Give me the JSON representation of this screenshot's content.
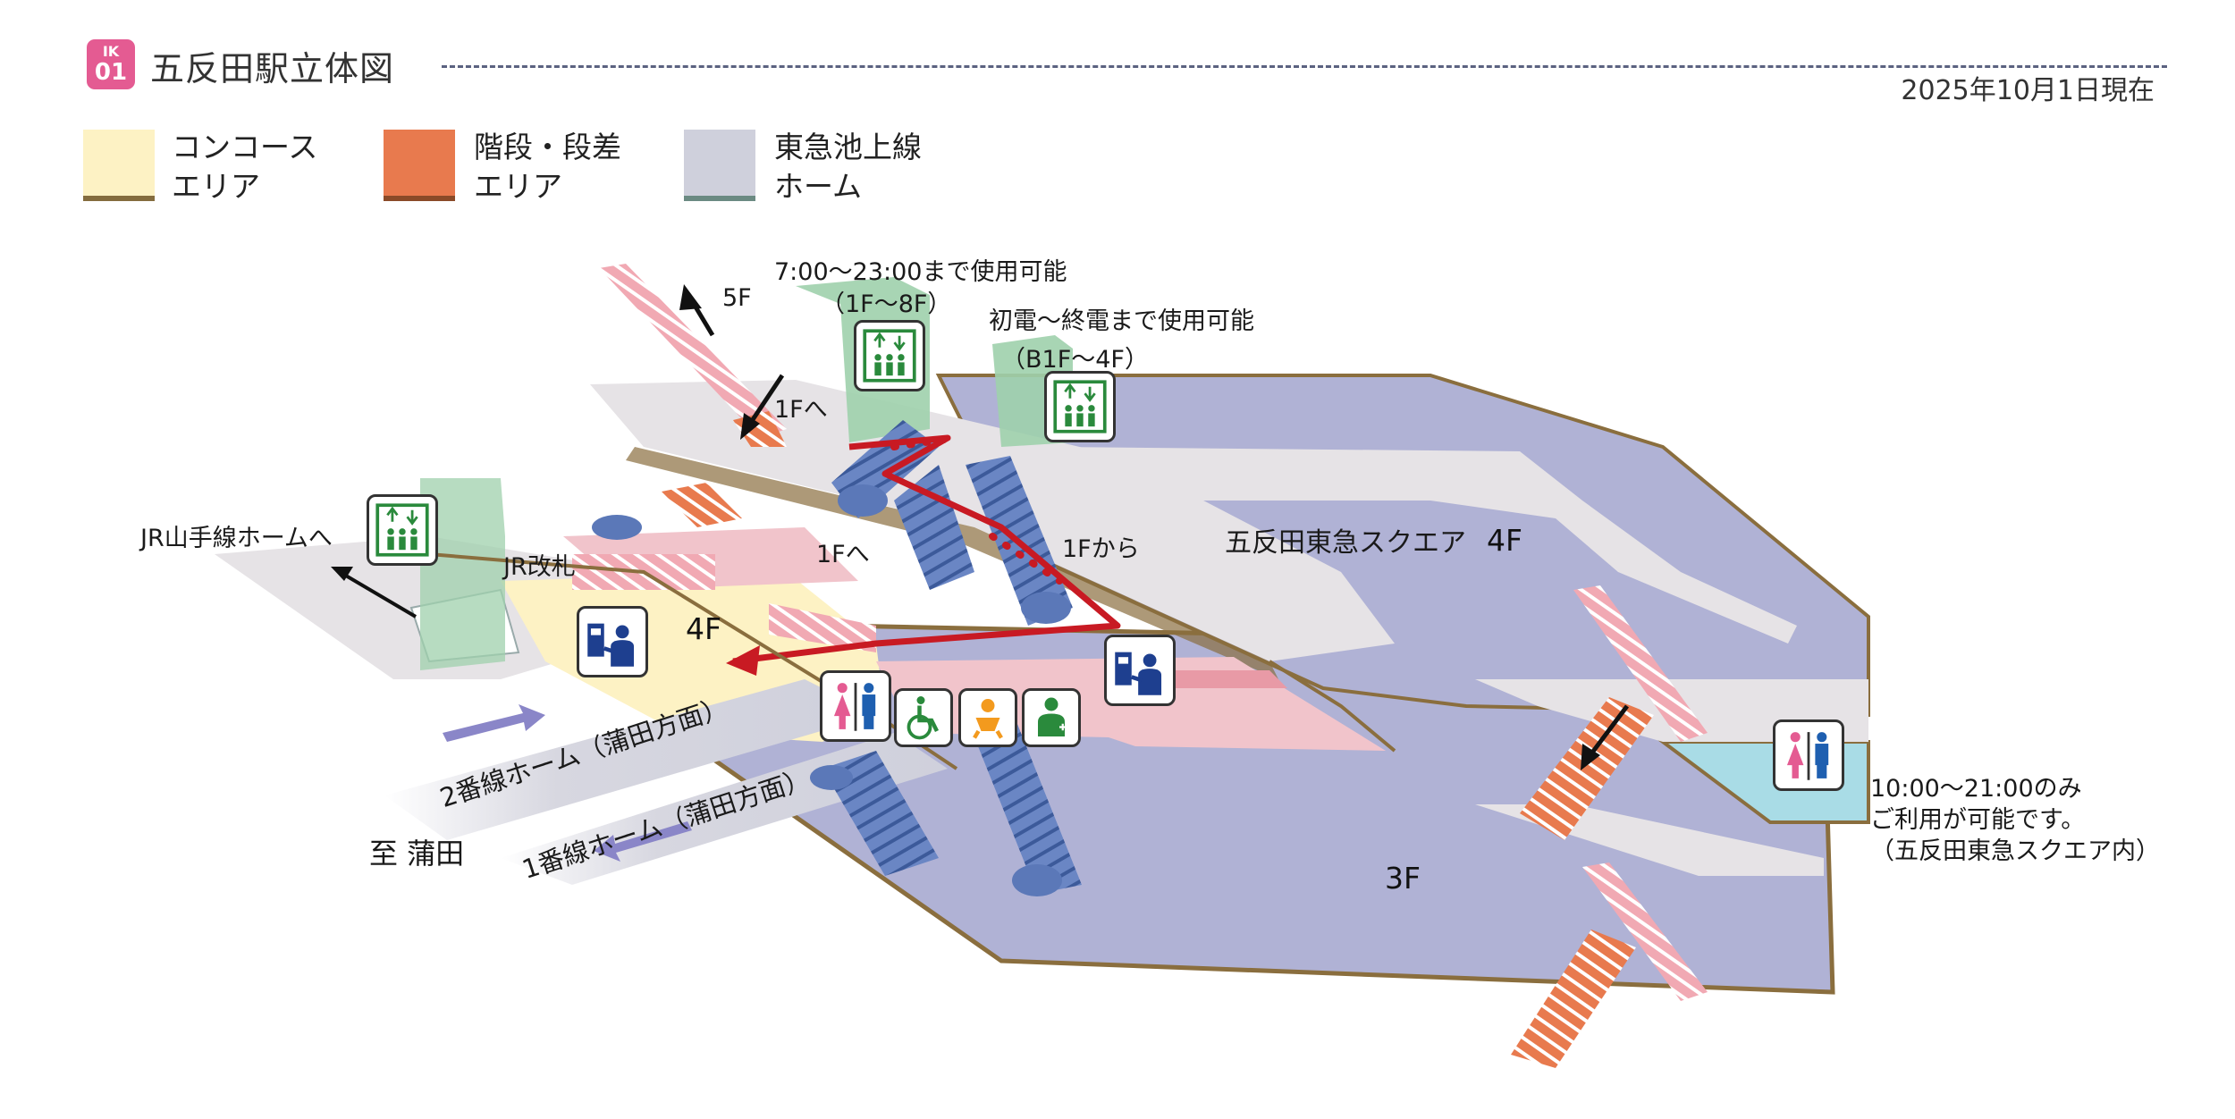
{
  "header": {
    "badge_line1": "IK",
    "badge_line2": "01",
    "title": "五反田駅立体図",
    "date": "2025年10月1日現在"
  },
  "legend": [
    {
      "label_line1": "コンコース",
      "label_line2": "エリア",
      "color": "#fdf2c4"
    },
    {
      "label_line1": "階段・段差",
      "label_line2": "エリア",
      "color": "#e87a4e"
    },
    {
      "label_line1": "東急池上線",
      "label_line2": "ホーム",
      "color": "#cfd0dc"
    }
  ],
  "labels": {
    "elevator1_hours": "7:00〜23:00まで使用可能",
    "elevator1_range": "（1F〜8F）",
    "elevator2_hours": "初電〜終電まで使用可能",
    "elevator2_range": "（B1F〜4F）",
    "to_5f": "5F",
    "to_1f_top": "1Fへ",
    "to_1f_mid": "1Fへ",
    "from_1f": "1Fから",
    "jr_yamanote": "JR山手線ホームへ",
    "jr_gate": "JR改札",
    "floor_4f_left": "4F",
    "floor_4f_right": "4F",
    "floor_3f": "3F",
    "square": "五反田東急スクエア",
    "platform2": "2番線ホーム（蒲田方面）",
    "platform1": "1番線ホーム（蒲田方面）",
    "to_kamata": "至 蒲田",
    "toilet_hours_line1": "10:00〜21:00のみ",
    "toilet_hours_line2": "ご利用が可能です。",
    "toilet_hours_line3": "（五反田東急スクエア内）"
  },
  "icons": [
    "elevator-icon",
    "ticket-machine-icon",
    "restroom-icon",
    "wheelchair-icon",
    "baby-icon",
    "ostomate-icon"
  ],
  "colors": {
    "concourse": "#fdf2c4",
    "stairs": "#e87a4e",
    "platform": "#b0b2d5",
    "gate_area": "#f1c4cb",
    "elevator": "#9fd0ac",
    "escalator": "#5b78b8",
    "route": "#c81a23",
    "toilet_area": "#a9dce6"
  }
}
